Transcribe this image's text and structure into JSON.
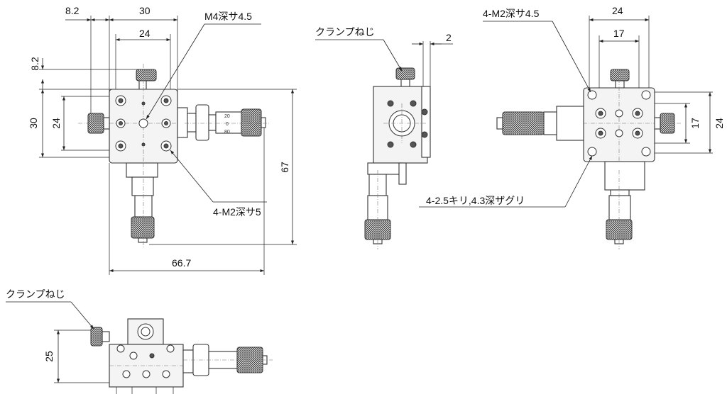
{
  "dims": {
    "d_8_2_top": "8.2",
    "d_30_top": "30",
    "d_24_top": "24",
    "d_8_2_left": "8.2",
    "d_30_left": "30",
    "d_24_left": "24",
    "d_67": "67",
    "d_66_7": "66.7",
    "d_2": "2",
    "d_24_right_top": "24",
    "d_17_right_top": "17",
    "d_17_right_side": "17",
    "d_24_right_side": "24",
    "d_25": "25"
  },
  "notes": {
    "m4": "M4深サ4.5",
    "m2_depth5": "4-M2深サ5",
    "clamp_side": "クランプねじ",
    "m2_depth45": "4-M2深サ4.5",
    "drill": "4-2.5キリ,4.3深ザグリ",
    "clamp_front": "クランプねじ"
  },
  "micrometer_marks": {
    "m20": "20",
    "m0": "0",
    "m80": "80"
  },
  "colors": {
    "line": "#222222",
    "part_fill": "#f4f4f4"
  }
}
